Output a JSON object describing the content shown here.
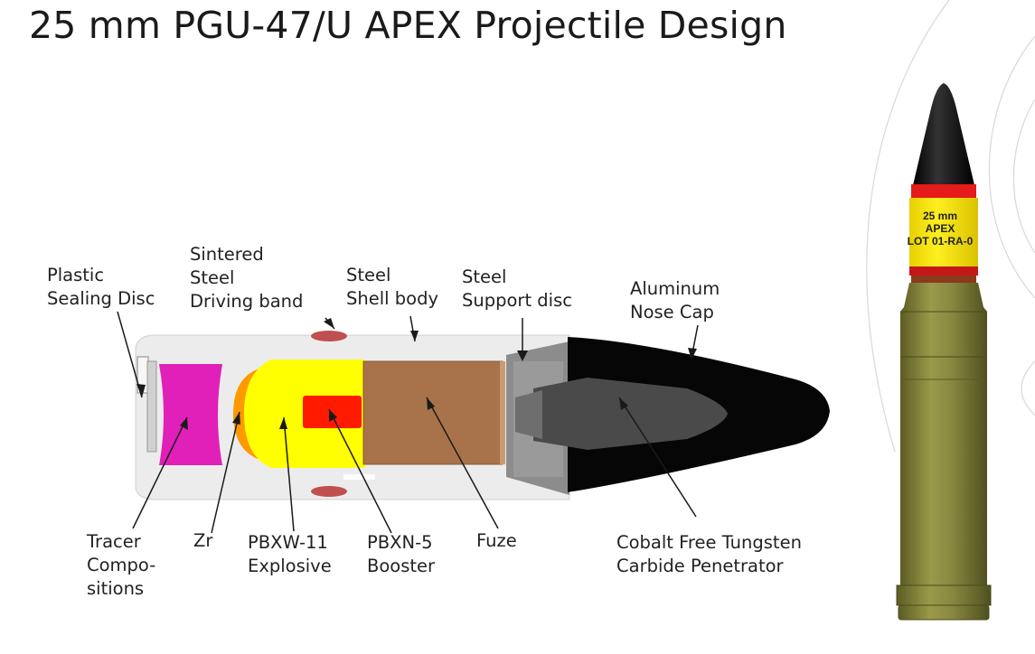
{
  "title": "25 mm PGU-47/U APEX Projectile Design",
  "labels": {
    "plastic_sealing_disc": [
      "Plastic",
      "Sealing Disc"
    ],
    "driving_band": [
      "Sintered",
      "Steel",
      "Driving band"
    ],
    "shell_body": [
      "Steel",
      "Shell body"
    ],
    "support_disc": [
      "Steel",
      "Support disc"
    ],
    "nose_cap": [
      "Aluminum",
      "Nose Cap"
    ],
    "tracer": [
      "Tracer",
      "Compo-",
      "sitions"
    ],
    "zr": [
      "Zr"
    ],
    "explosive": [
      "PBXW-11",
      "Explosive"
    ],
    "booster": [
      "PBXN-5",
      "Booster"
    ],
    "fuze": [
      "Fuze"
    ],
    "penetrator": [
      "Cobalt Free Tungsten",
      "Carbide Penetrator"
    ]
  },
  "cartridge_band_text": [
    "25 mm",
    "APEX",
    "LOT 01-RA-0"
  ],
  "colors": {
    "tracer": "#e020b8",
    "explosive": "#ffff00",
    "zr": "#ff9900",
    "booster": "#ff1a00",
    "fuze": "#a8734a",
    "shell": "#eeeeee",
    "nose_cap": "#050505",
    "penetrator": "#4a4a4a",
    "driving_band": "#c05050",
    "casing": "#8a8a3c",
    "cartridge_band_yellow": "#ffeb00",
    "cartridge_band_red": "#e51a1a"
  }
}
